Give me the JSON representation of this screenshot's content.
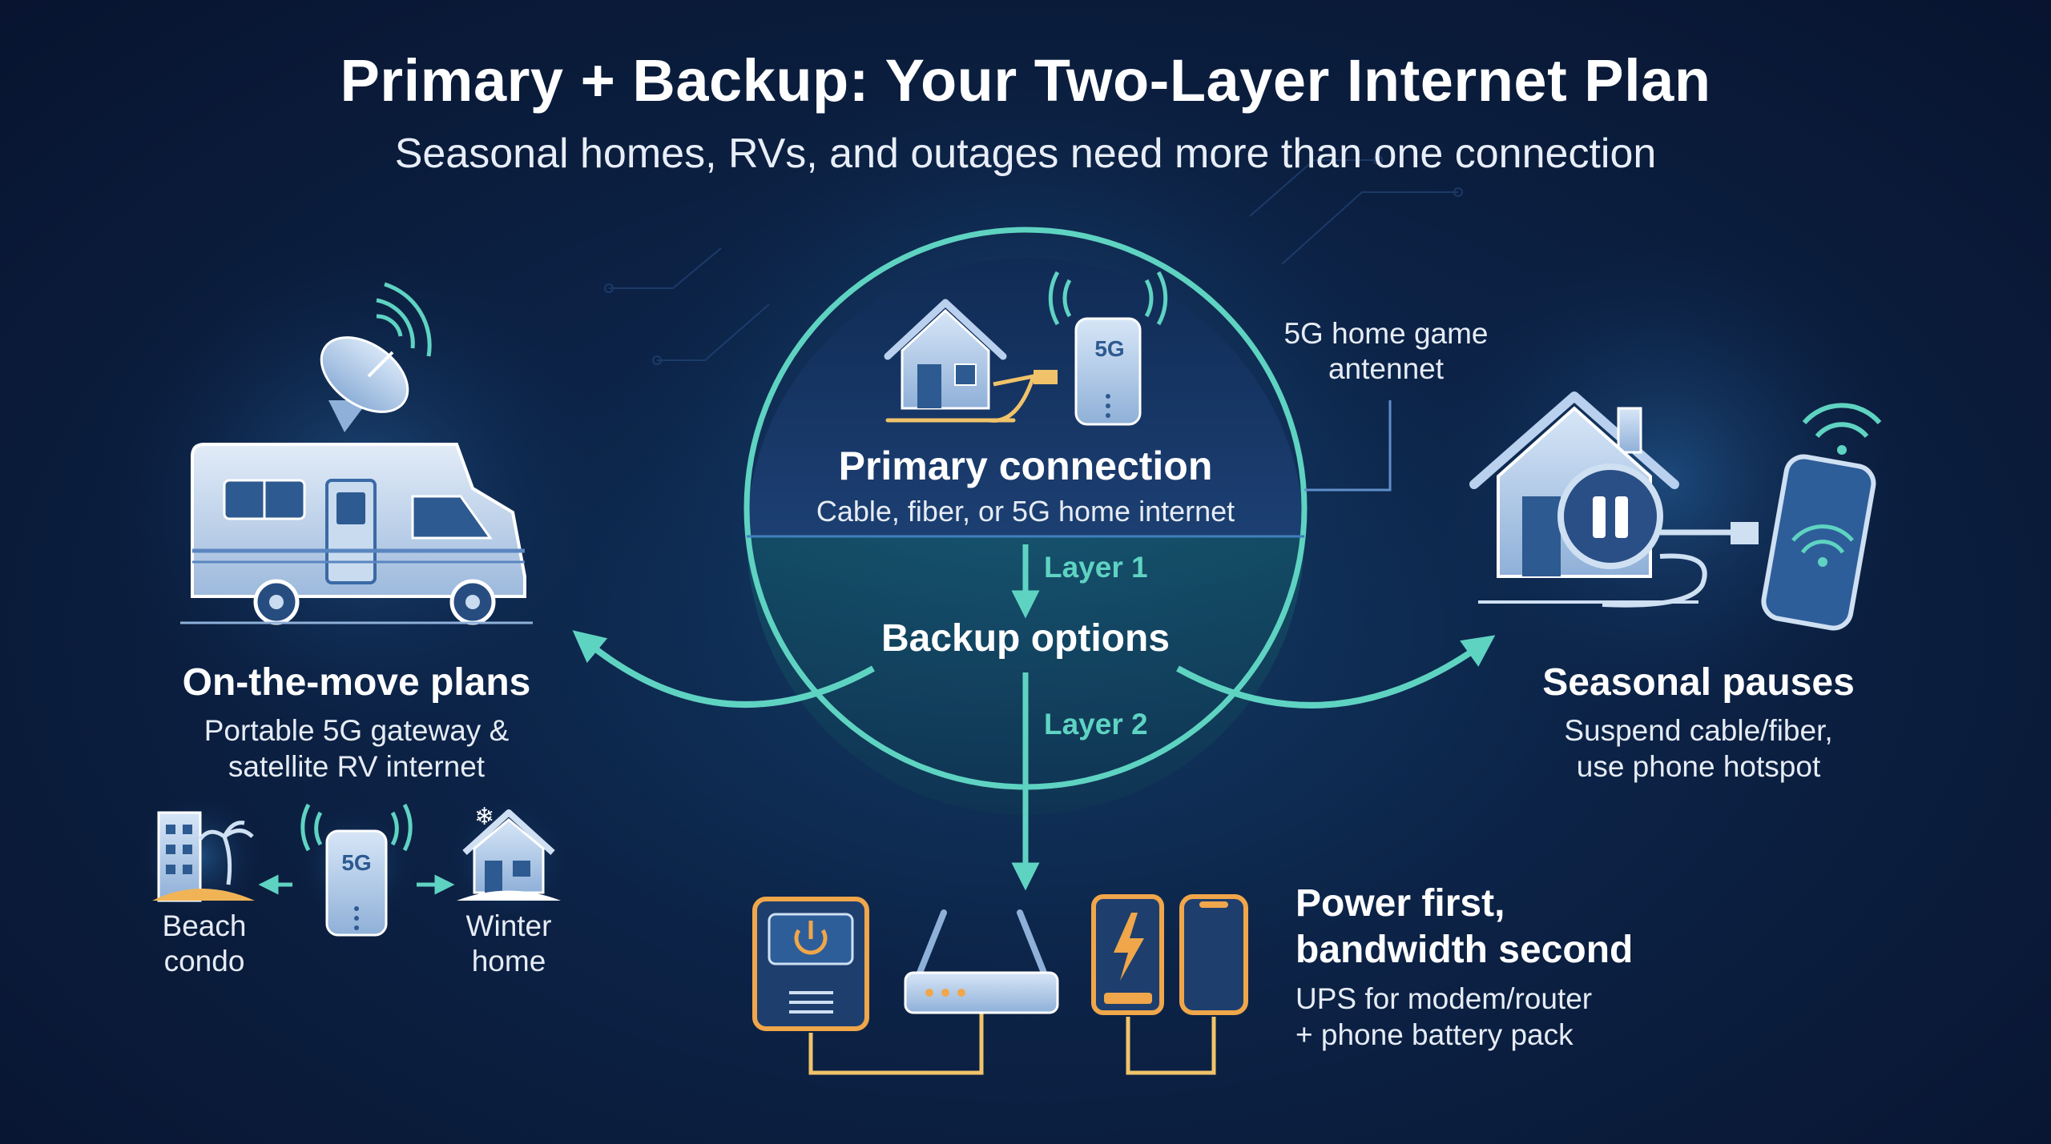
{
  "title": "Primary + Backup: Your Two-Layer Internet Plan",
  "subtitle": "Seasonal homes, RVs, and outages need more than one connection",
  "center": {
    "badge_5g": "5G",
    "primary_title": "Primary connection",
    "primary_desc": "Cable, fiber, or 5G home internet",
    "layer1": "Layer 1",
    "backup_title": "Backup options",
    "layer2": "Layer 2"
  },
  "callout": {
    "line1": "5G home game",
    "line2": "antennet"
  },
  "left": {
    "title": "On-the-move plans",
    "desc_line1": "Portable 5G gateway &",
    "desc_line2": "satellite RV internet",
    "badge_5g": "5G",
    "beach_line1": "Beach",
    "beach_line2": "condo",
    "winter_line1": "Winter",
    "winter_line2": "home"
  },
  "right": {
    "title": "Seasonal pauses",
    "desc_line1": "Suspend cable/fiber,",
    "desc_line2": "use phone hotspot"
  },
  "bottom": {
    "title_line1": "Power first,",
    "title_line2": "bandwidth second",
    "desc_line1": "UPS for modem/router",
    "desc_line2": "+ phone battery pack"
  },
  "colors": {
    "teal": "#5fd3c2",
    "orange": "#f0a64a",
    "icon_blue": "#a9c4e6",
    "background": "#0c2347"
  }
}
